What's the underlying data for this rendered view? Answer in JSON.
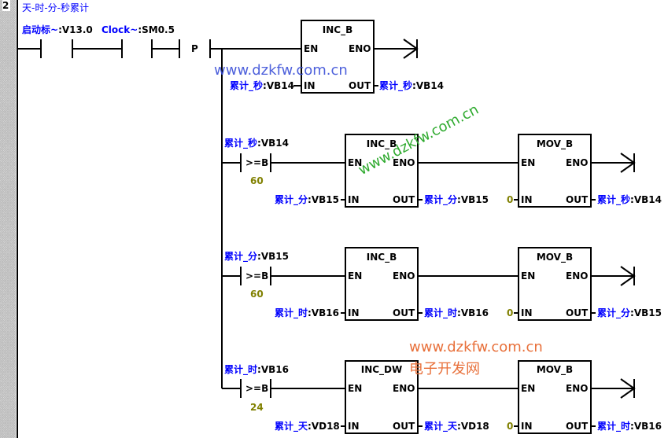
{
  "network": {
    "number": "2",
    "title": "天-时-分-秒累计"
  },
  "contacts": {
    "start": {
      "symbol": "启动标~",
      "address": ":V13.0"
    },
    "clock": {
      "symbol": "Clock~",
      "address": ":SM0.5"
    },
    "edge_label": "P"
  },
  "rung1": {
    "box": {
      "name": "INC_B",
      "en": "EN",
      "eno": "ENO",
      "in": "IN",
      "out": "OUT"
    },
    "in_symbol": "累计_秒",
    "in_address": ":VB14",
    "out_symbol": "累计_秒",
    "out_address": ":VB14"
  },
  "rung2": {
    "compare": {
      "symbol": "累计_秒",
      "address": ":VB14",
      "op": ">=B",
      "value": "60"
    },
    "inc": {
      "name": "INC_B",
      "en": "EN",
      "eno": "ENO",
      "in": "IN",
      "out": "OUT",
      "in_symbol": "累计_分",
      "in_address": ":VB15",
      "out_symbol": "累计_分",
      "out_address": ":VB15"
    },
    "mov": {
      "name": "MOV_B",
      "en": "EN",
      "eno": "ENO",
      "in": "IN",
      "out": "OUT",
      "in_value": "0",
      "out_symbol": "累计_秒",
      "out_address": ":VB14"
    }
  },
  "rung3": {
    "compare": {
      "symbol": "累计_分",
      "address": ":VB15",
      "op": ">=B",
      "value": "60"
    },
    "inc": {
      "name": "INC_B",
      "en": "EN",
      "eno": "ENO",
      "in": "IN",
      "out": "OUT",
      "in_symbol": "累计_时",
      "in_address": ":VB16",
      "out_symbol": "累计_时",
      "out_address": ":VB16"
    },
    "mov": {
      "name": "MOV_B",
      "en": "EN",
      "eno": "ENO",
      "in": "IN",
      "out": "OUT",
      "in_value": "0",
      "out_symbol": "累计_分",
      "out_address": ":VB15"
    }
  },
  "rung4": {
    "compare": {
      "symbol": "累计_时",
      "address": ":VB16",
      "op": ">=B",
      "value": "24"
    },
    "inc": {
      "name": "INC_DW",
      "en": "EN",
      "eno": "ENO",
      "in": "IN",
      "out": "OUT",
      "in_symbol": "累计_天",
      "in_address": ":VD18",
      "out_symbol": "累计_天",
      "out_address": ":VD18"
    },
    "mov": {
      "name": "MOV_B",
      "en": "EN",
      "eno": "ENO",
      "in": "IN",
      "out": "OUT",
      "in_value": "0",
      "out_symbol": "累计_时",
      "out_address": ":VB16"
    }
  },
  "watermarks": {
    "blue": "www.dzkfw.com.cn",
    "green": "www.dzkfw.com.cn",
    "orange_url": "www.dzkfw.com.cn",
    "orange_name": "电子开发网"
  },
  "colors": {
    "symbol_blue": "#0000ff",
    "constant_olive": "#808000",
    "wm_blue": "#3a4fd8",
    "wm_green": "#2eaa2e",
    "wm_orange": "#e8703a"
  }
}
